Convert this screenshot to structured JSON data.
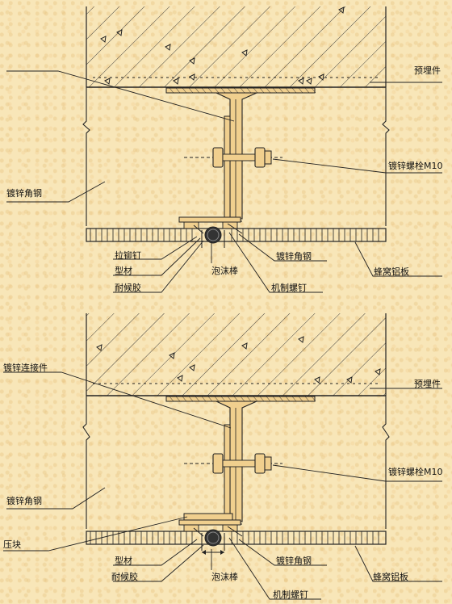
{
  "labels": {
    "embedded_part": "预埋件",
    "galv_bolt": "镀锌螺栓M10",
    "galv_angle": "镀锌角钢",
    "rivet": "拉铆钉",
    "profile": "型材",
    "sealant": "耐候胶",
    "foam_rod": "泡沫棒",
    "machine_screw": "机制螺钉",
    "honeycomb_panel": "蜂窝铝板",
    "galv_connector": "镀锌连接件",
    "press_block": "压块"
  },
  "colors": {
    "background": "#f8e6b8",
    "line": "#222222",
    "steel_fill": "#f0cf8e",
    "foam_rod": "#333333"
  }
}
